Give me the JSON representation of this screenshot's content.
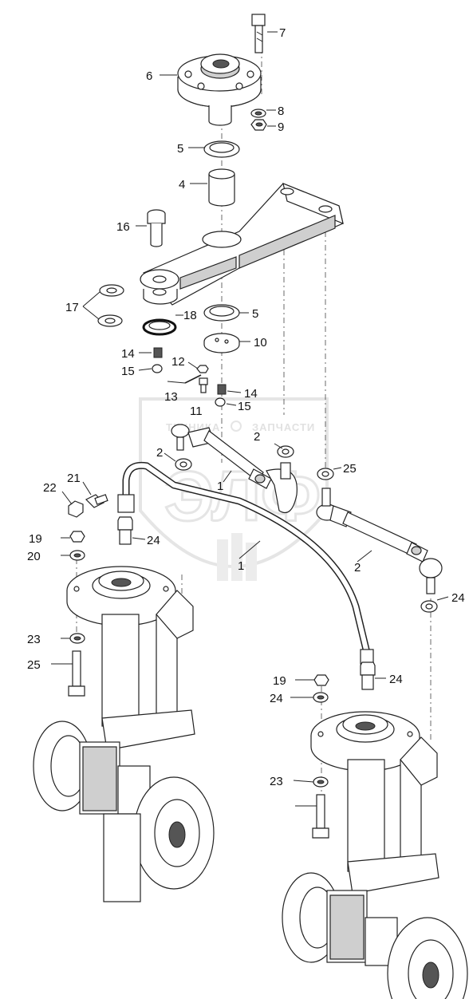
{
  "watermark": {
    "text_left": "ТЕХНИКА",
    "text_right": "ЗАПЧАСТИ",
    "logo": "ЭЛФ",
    "color": "#c9c9c9"
  },
  "callouts": [
    {
      "id": "c7",
      "text": "7"
    },
    {
      "id": "c6",
      "text": "6"
    },
    {
      "id": "c8",
      "text": "8"
    },
    {
      "id": "c9",
      "text": "9"
    },
    {
      "id": "c5a",
      "text": "5"
    },
    {
      "id": "c4",
      "text": "4"
    },
    {
      "id": "c16",
      "text": "16"
    },
    {
      "id": "c17",
      "text": "17"
    },
    {
      "id": "c18",
      "text": "18"
    },
    {
      "id": "c5b",
      "text": "5"
    },
    {
      "id": "c10",
      "text": "10"
    },
    {
      "id": "c14a",
      "text": "14"
    },
    {
      "id": "c12",
      "text": "12"
    },
    {
      "id": "c15a",
      "text": "15"
    },
    {
      "id": "c13",
      "text": "13"
    },
    {
      "id": "c14b",
      "text": "14"
    },
    {
      "id": "c11",
      "text": "11"
    },
    {
      "id": "c15b",
      "text": "15"
    },
    {
      "id": "c2a",
      "text": "2"
    },
    {
      "id": "c2b",
      "text": "2"
    },
    {
      "id": "c22",
      "text": "22"
    },
    {
      "id": "c21",
      "text": "21"
    },
    {
      "id": "c1a",
      "text": "1"
    },
    {
      "id": "c25a",
      "text": "25"
    },
    {
      "id": "c19a",
      "text": "19"
    },
    {
      "id": "c24a",
      "text": "24"
    },
    {
      "id": "c20",
      "text": "20"
    },
    {
      "id": "c1b",
      "text": "1"
    },
    {
      "id": "c2c",
      "text": "2"
    },
    {
      "id": "c24b",
      "text": "24"
    },
    {
      "id": "c23a",
      "text": "23"
    },
    {
      "id": "c25b",
      "text": "25"
    },
    {
      "id": "c19b",
      "text": "19"
    },
    {
      "id": "c24c",
      "text": "24"
    },
    {
      "id": "c24d",
      "text": "24"
    },
    {
      "id": "c23b",
      "text": "23"
    }
  ]
}
